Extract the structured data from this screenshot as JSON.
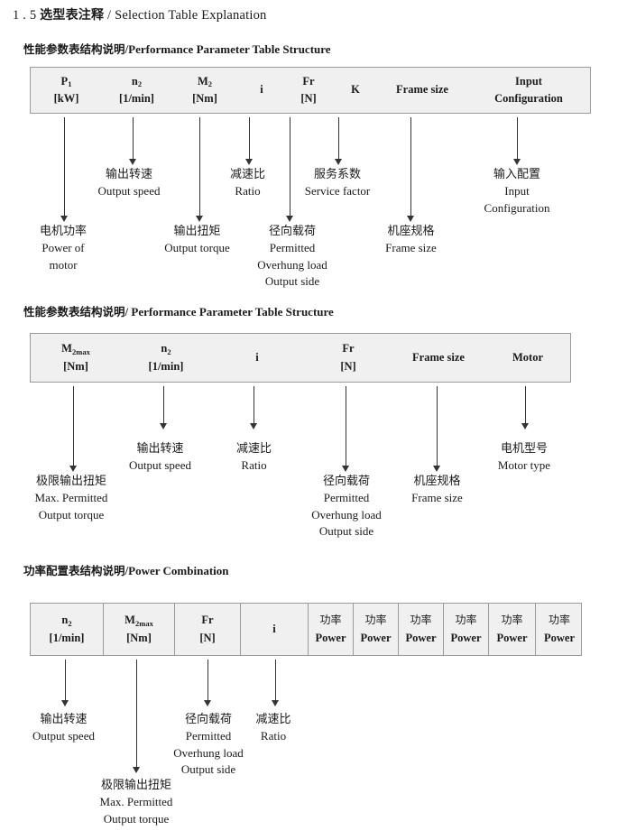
{
  "document": {
    "section_number": "1 . 5",
    "title_cn": "选型表注释",
    "title_sep": "/",
    "title_en": "Selection Table Explanation"
  },
  "sections": [
    {
      "heading_cn": "性能参数表结构说明",
      "heading_sep": "/",
      "heading_en": "Performance Parameter Table Structure",
      "table": {
        "bordered": false,
        "columns": [
          {
            "symbol": "P",
            "sub": "1",
            "unit": "[kW]"
          },
          {
            "symbol": "n",
            "sub": "2",
            "unit": "[1/min]"
          },
          {
            "symbol": "M",
            "sub": "2",
            "unit": "[Nm]"
          },
          {
            "symbol": "i",
            "sub": "",
            "unit": ""
          },
          {
            "symbol": "Fr",
            "sub": "",
            "unit": "[N]"
          },
          {
            "symbol": "K",
            "sub": "",
            "unit": ""
          },
          {
            "symbol": "Frame size",
            "sub": "",
            "unit": ""
          },
          {
            "symbol": "Input",
            "sub": "",
            "unit": "Configuration"
          }
        ]
      },
      "notes": [
        {
          "cn": "电机功率",
          "en": [
            "Power of",
            "motor"
          ]
        },
        {
          "cn": "输出转速",
          "en": [
            "Output speed"
          ]
        },
        {
          "cn": "输出扭矩",
          "en": [
            "Output torque"
          ]
        },
        {
          "cn": "减速比",
          "en": [
            "Ratio"
          ]
        },
        {
          "cn": "径向载荷",
          "en": [
            "Permitted",
            "Overhung load",
            "Output side"
          ]
        },
        {
          "cn": "服务系数",
          "en": [
            "Service factor"
          ]
        },
        {
          "cn": "机座规格",
          "en": [
            "Frame size"
          ]
        },
        {
          "cn": "输入配置",
          "en": [
            "Input",
            "Configuration"
          ]
        }
      ]
    },
    {
      "heading_cn": "性能参数表结构说明",
      "heading_sep": "/",
      "heading_en": "Performance Parameter Table Structure",
      "table": {
        "bordered": false,
        "columns": [
          {
            "symbol": "M",
            "sub": "2max",
            "unit": "[Nm]"
          },
          {
            "symbol": "n",
            "sub": "2",
            "unit": "[1/min]"
          },
          {
            "symbol": "i",
            "sub": "",
            "unit": ""
          },
          {
            "symbol": "Fr",
            "sub": "",
            "unit": "[N]"
          },
          {
            "symbol": "Frame size",
            "sub": "",
            "unit": ""
          },
          {
            "symbol": "Motor",
            "sub": "",
            "unit": ""
          }
        ]
      },
      "notes": [
        {
          "cn": "极限输出扭矩",
          "en": [
            "Max. Permitted",
            "Output  torque"
          ]
        },
        {
          "cn": "输出转速",
          "en": [
            "Output speed"
          ]
        },
        {
          "cn": "减速比",
          "en": [
            "Ratio"
          ]
        },
        {
          "cn": "径向载荷",
          "en": [
            "Permitted",
            "Overhung load",
            "Output side"
          ]
        },
        {
          "cn": "机座规格",
          "en": [
            "Frame size"
          ]
        },
        {
          "cn": "电机型号",
          "en": [
            "Motor type"
          ]
        }
      ]
    },
    {
      "heading_cn": "功率配置表结构说明",
      "heading_sep": "/",
      "heading_en": "Power Combination",
      "table": {
        "bordered": true,
        "columns": [
          {
            "symbol": "n",
            "sub": "2",
            "unit": "[1/min]"
          },
          {
            "symbol": "M",
            "sub": "2max",
            "unit": "[Nm]"
          },
          {
            "symbol": "Fr",
            "sub": "",
            "unit": "[N]"
          },
          {
            "symbol": "i",
            "sub": "",
            "unit": ""
          },
          {
            "symbol_cn": "功率",
            "unit": "Power"
          },
          {
            "symbol_cn": "功率",
            "unit": "Power"
          },
          {
            "symbol_cn": "功率",
            "unit": "Power"
          },
          {
            "symbol_cn": "功率",
            "unit": "Power"
          },
          {
            "symbol_cn": "功率",
            "unit": "Power"
          },
          {
            "symbol_cn": "功率",
            "unit": "Power"
          }
        ]
      },
      "notes": [
        {
          "cn": "输出转速",
          "en": [
            "Output speed"
          ]
        },
        {
          "cn": "极限输出扭矩",
          "en": [
            "Max. Permitted",
            "Output  torque"
          ]
        },
        {
          "cn": "径向载荷",
          "en": [
            "Permitted",
            "Overhung load",
            "Output side"
          ]
        },
        {
          "cn": "减速比",
          "en": [
            "Ratio"
          ]
        }
      ]
    }
  ]
}
